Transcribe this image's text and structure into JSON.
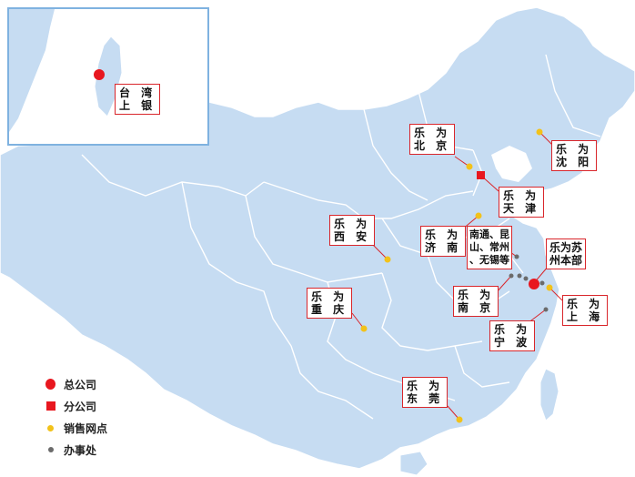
{
  "colors": {
    "land": "#c6dcf2",
    "border": "#ffffff",
    "hq": "#e8171f",
    "branch": "#e8171f",
    "sales": "#f2c21a",
    "office": "#6b6b6b",
    "label_border": "#d9262b",
    "inset_border": "#7fb2e0"
  },
  "labels": {
    "taiwan": [
      "台 湾",
      "上 银"
    ],
    "beijing": [
      "乐 为",
      "北 京"
    ],
    "shenyang": [
      "乐 为",
      "沈 阳"
    ],
    "tianjin": [
      "乐 为",
      "天 津"
    ],
    "xian": [
      "乐 为",
      "西 安"
    ],
    "jinan": [
      "乐 为",
      "济 南"
    ],
    "cities": [
      "南通、昆",
      "山、常州",
      "、无锡等"
    ],
    "suzhou": [
      "乐为苏",
      "州本部"
    ],
    "nanjing": [
      "乐 为",
      "南 京"
    ],
    "shanghai": [
      "乐 为",
      "上 海"
    ],
    "ningbo": [
      "乐 为",
      "宁 波"
    ],
    "chongqing": [
      "乐 为",
      "重 庆"
    ],
    "dongguan": [
      "乐 为",
      "东 莞"
    ]
  },
  "legend": [
    {
      "icon": "hq-dot-icon",
      "label": "总公司"
    },
    {
      "icon": "branch-square-icon",
      "label": "分公司"
    },
    {
      "icon": "sales-dot-icon",
      "label": "销售网点"
    },
    {
      "icon": "office-dot-icon",
      "label": "办事处"
    }
  ]
}
